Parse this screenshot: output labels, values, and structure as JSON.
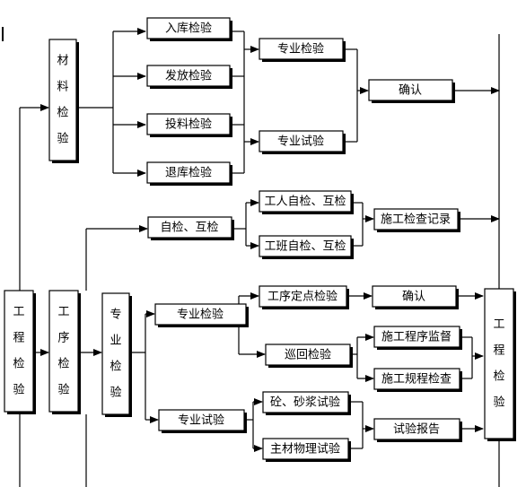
{
  "nodes": {
    "project_inspection_left": "工程检验",
    "process_inspection": "工序检验",
    "professional_inspection_col": "专业检验",
    "material_inspection": "材料检验",
    "inbound_inspection": "入库检验",
    "issue_inspection": "发放检验",
    "feeding_inspection": "投料检验",
    "return_inspection": "退库检验",
    "professional_check_top": "专业检验",
    "professional_test_top": "专业试验",
    "confirm_top": "确认",
    "self_mutual_check": "自检、互检",
    "worker_self_mutual": "工人自检、互检",
    "team_self_mutual": "工班自检、互检",
    "construction_check_record": "施工检查记录",
    "professional_check_mid": "专业检验",
    "process_fixed_point": "工序定点检验",
    "confirm_mid": "确认",
    "patrol_inspection": "巡回检验",
    "construction_procedure_supervision": "施工程序监督",
    "construction_spec_check": "施工规程检查",
    "professional_test_bottom": "专业试验",
    "concrete_mortar_test": "砼、砂浆试验",
    "main_material_physical_test": "主材物理试验",
    "test_report": "试验报告",
    "project_inspection_right": "工程检验"
  }
}
